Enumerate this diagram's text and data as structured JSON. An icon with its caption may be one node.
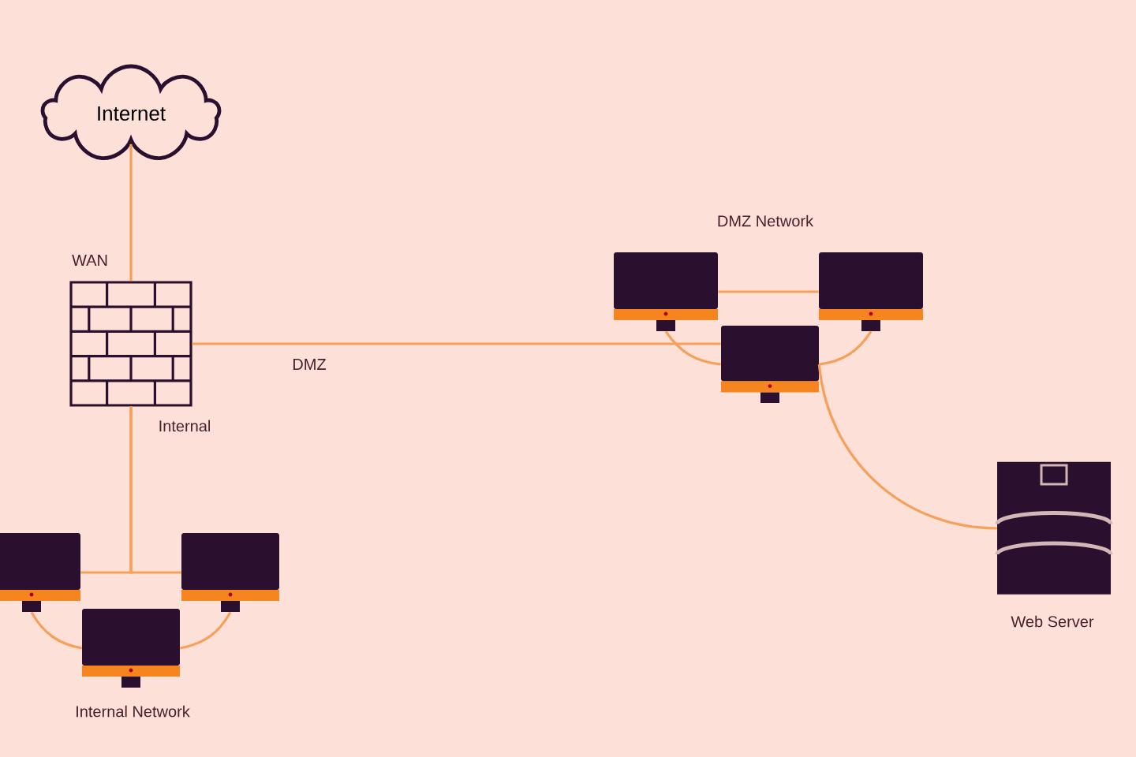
{
  "diagram": {
    "nodes": [
      {
        "text": [
          "Internet"
        ]
      },
      {
        "text": [],
        "shape": "firewall",
        "beside": [
          "WAN",
          "Internal"
        ]
      },
      {
        "text": [],
        "shape": "monitor"
      },
      {
        "text": [],
        "shape": "monitor"
      },
      {
        "text": [],
        "shape": "monitor"
      },
      {
        "text": [],
        "shape": "cylinder",
        "beside": [
          "Web Server"
        ]
      },
      {
        "text": [],
        "shape": "monitor"
      },
      {
        "text": [],
        "shape": "monitor"
      },
      {
        "text": [],
        "shape": "monitor"
      }
    ],
    "edges": [
      {
        "from": 0,
        "to": 1,
        "arrow": "none"
      },
      {
        "from": 1,
        "to": 4,
        "arrow": "none",
        "label": "DMZ"
      },
      {
        "from": 2,
        "to": 3,
        "arrow": "none"
      },
      {
        "from": 2,
        "to": 4,
        "arrow": "none"
      },
      {
        "from": 3,
        "to": 4,
        "arrow": "none"
      },
      {
        "from": 4,
        "to": 5,
        "arrow": "none"
      },
      {
        "from": 1,
        "to": 6,
        "arrow": "none"
      },
      {
        "from": 1,
        "to": 7,
        "arrow": "none"
      },
      {
        "from": 6,
        "to": 8,
        "arrow": "none"
      },
      {
        "from": 7,
        "to": 8,
        "arrow": "none"
      }
    ],
    "labels": [
      "DMZ Network",
      "Internal Network"
    ]
  }
}
